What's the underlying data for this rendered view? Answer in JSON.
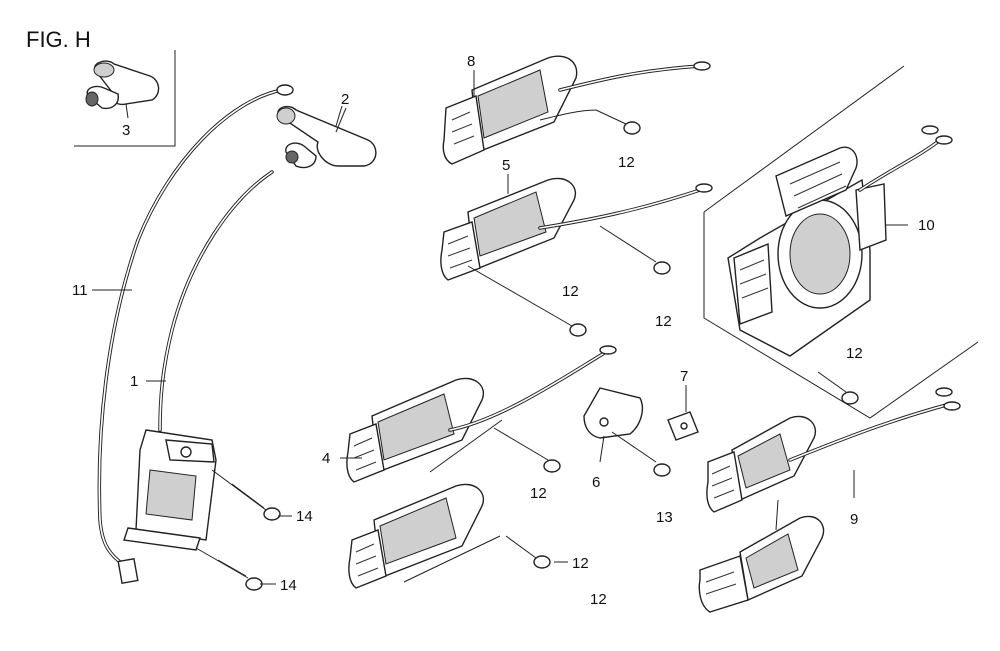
{
  "figure": {
    "title": "FIG. H",
    "callouts": [
      {
        "id": "c1",
        "text": "1"
      },
      {
        "id": "c2",
        "text": "2"
      },
      {
        "id": "c3",
        "text": "3"
      },
      {
        "id": "c4",
        "text": "4"
      },
      {
        "id": "c5",
        "text": "5"
      },
      {
        "id": "c6",
        "text": "6"
      },
      {
        "id": "c7",
        "text": "7"
      },
      {
        "id": "c8",
        "text": "8"
      },
      {
        "id": "c9",
        "text": "9"
      },
      {
        "id": "c10",
        "text": "10"
      },
      {
        "id": "c11",
        "text": "11"
      },
      {
        "id": "c12a",
        "text": "12"
      },
      {
        "id": "c12b",
        "text": "12"
      },
      {
        "id": "c12c",
        "text": "12"
      },
      {
        "id": "c12d",
        "text": "12"
      },
      {
        "id": "c12e",
        "text": "12"
      },
      {
        "id": "c12f",
        "text": "12"
      },
      {
        "id": "c12g",
        "text": "12"
      },
      {
        "id": "c13",
        "text": "13"
      },
      {
        "id": "c14a",
        "text": "14"
      },
      {
        "id": "c14b",
        "text": "14"
      }
    ]
  }
}
